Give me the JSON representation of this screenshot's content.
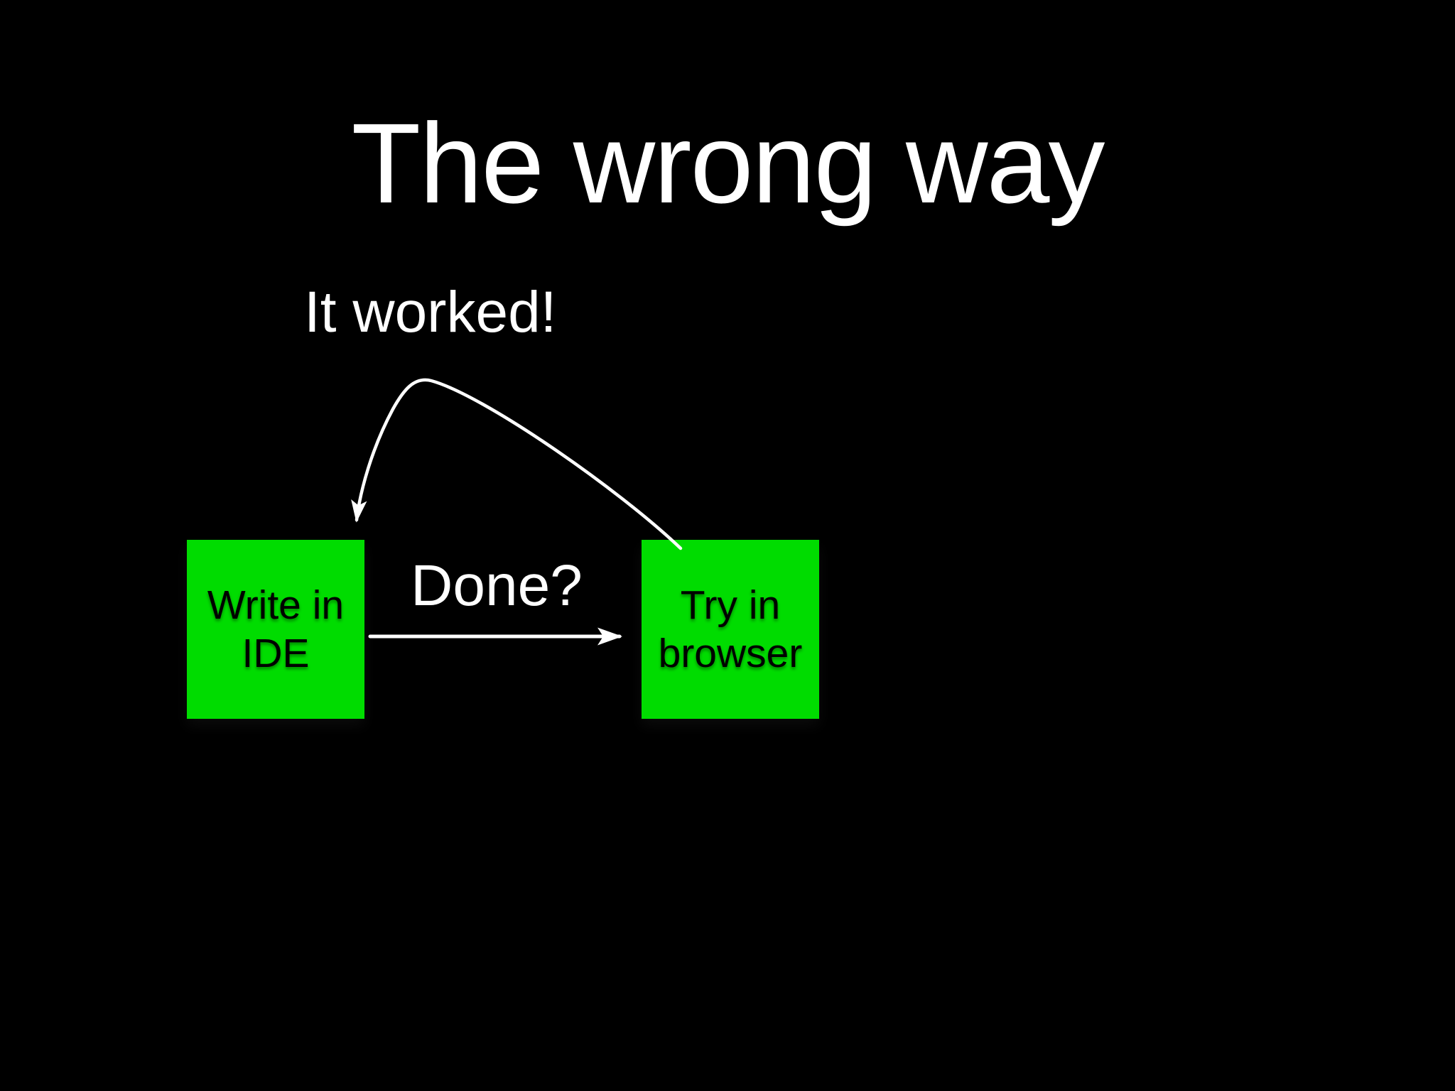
{
  "slide": {
    "title": "The wrong way",
    "diagram": {
      "nodes": [
        {
          "id": "write-in-ide",
          "line1": "Write in",
          "line2": "IDE"
        },
        {
          "id": "try-in-browser",
          "line1": "Try in",
          "line2": "browser"
        }
      ],
      "edges": [
        {
          "id": "done",
          "label": "Done?",
          "from": "write-in-ide",
          "to": "try-in-browser",
          "style": "straight"
        },
        {
          "id": "it-worked",
          "label": "It worked!",
          "from": "try-in-browser",
          "to": "write-in-ide",
          "style": "curved-loop-back"
        }
      ]
    },
    "colors": {
      "background": "#000000",
      "node_fill": "#00DC00",
      "node_text": "#000000",
      "title_text": "#FFFFFF",
      "arrow": "#FFFFFF"
    }
  }
}
